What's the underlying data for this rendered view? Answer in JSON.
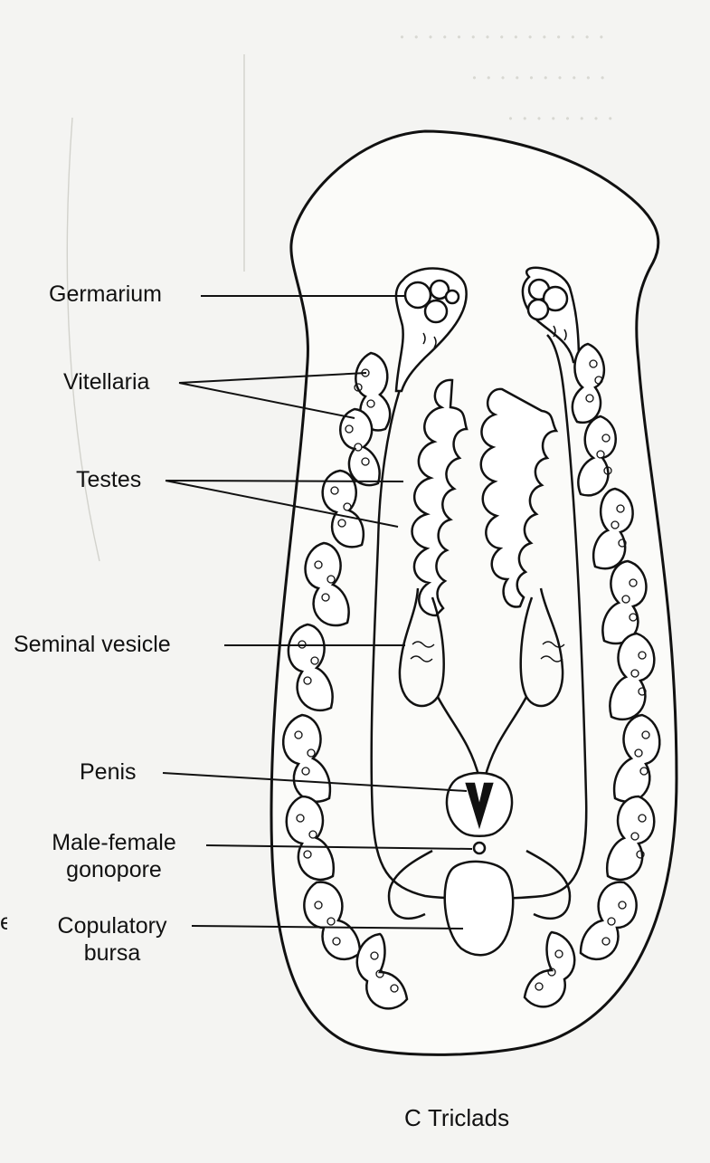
{
  "labels": {
    "germarium": "Germarium",
    "vitellaria": "Vitellaria",
    "testes": "Testes",
    "seminal_vesicle": "Seminal vesicle",
    "penis": "Penis",
    "gonopore_line1": "Male-female",
    "gonopore_line2": "gonopore",
    "bursa_line1": "Copulatory",
    "bursa_line2": "bursa",
    "edge_fragment": "e"
  },
  "caption": {
    "letter": "C",
    "text": "Triclads"
  },
  "colors": {
    "background": "#f4f4f2",
    "ink": "#111111"
  }
}
